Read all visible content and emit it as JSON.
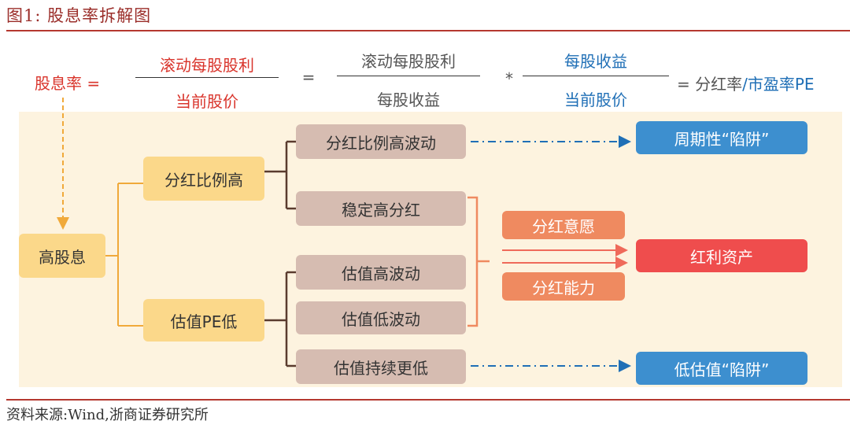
{
  "figure": {
    "title": "图1:  股息率拆解图",
    "source": "资料来源:Wind,浙商证券研究所"
  },
  "formula": {
    "lhs": "股息率 =",
    "frac1": {
      "num": "滚动每股股利",
      "den": "当前股价"
    },
    "equals": "=",
    "frac2": {
      "num": "滚动每股股利",
      "den": "每股收益"
    },
    "times": "*",
    "frac3": {
      "num": "每股收益",
      "den": "当前股价"
    },
    "result_prefix": "= 分红率",
    "result_suffix": "/市盈率PE"
  },
  "diagram": {
    "root": "高股息",
    "branch_a": "分红比例高",
    "branch_b": "估值PE低",
    "leaf_1": "分红比例高波动",
    "leaf_2": "稳定高分红",
    "leaf_3": "估值高波动",
    "leaf_4": "估值低波动",
    "leaf_5": "估值持续更低",
    "reason_1": "分红意愿",
    "reason_2": "分红能力",
    "outcome_trap_1": "周期性“陷阱”",
    "outcome_good": "红利资产",
    "outcome_trap_2": "低估值“陷阱”"
  },
  "colors": {
    "accent_red": "#d9342b",
    "accent_blue": "#1f6fb6",
    "rule": "#b5382f",
    "panel": "#fdf3df",
    "yellow_box": "#fbd88a",
    "brown_box": "#d6bcb1",
    "orange_box": "#ef8a60",
    "red_box": "#ef4d4d",
    "blue_box": "#3d8fcf",
    "connector": "#f0a93a"
  }
}
